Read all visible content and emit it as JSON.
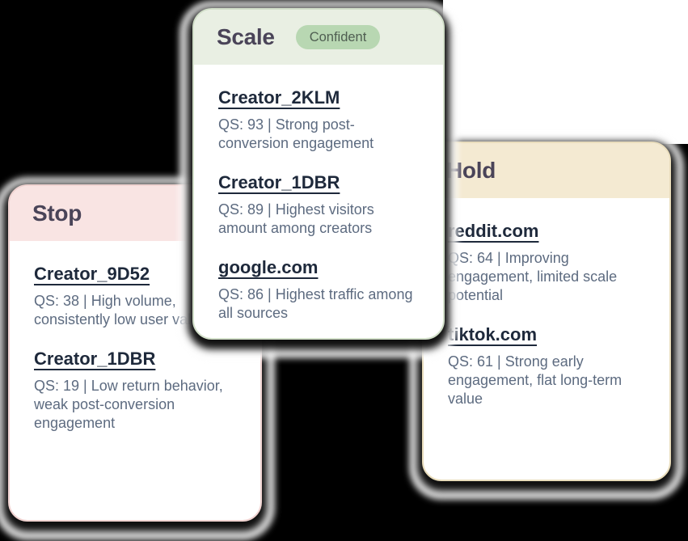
{
  "background": {
    "canvas_color": "#000000",
    "panel_color": "#ffffff"
  },
  "palette": {
    "title_color": "#4a4458",
    "name_color": "#1e293b",
    "desc_color": "#5d6b80"
  },
  "cards": [
    {
      "id": "stop",
      "title": "Stop",
      "badge": null,
      "theme": {
        "header_bg": "#f9e4e3",
        "border": "#f0d3d1"
      },
      "items": [
        {
          "name": "Creator_9D52",
          "desc": "QS: 38 | High volume, consistently low user value"
        },
        {
          "name": "Creator_1DBR",
          "desc": "QS: 19 | Low return behavior, weak post-conversion engagement"
        }
      ]
    },
    {
      "id": "scale",
      "title": "Scale",
      "badge": "Confident",
      "theme": {
        "header_bg": "#e9efe3",
        "border": "#d3e0ca",
        "badge_bg": "#b8d7b2",
        "badge_text": "#4f5e51"
      },
      "items": [
        {
          "name": "Creator_2KLM",
          "desc": "QS: 93 | Strong post-conversion engagement"
        },
        {
          "name": "Creator_1DBR",
          "desc": "QS: 89 | Highest visitors amount among creators"
        },
        {
          "name": "google.com",
          "desc": "QS: 86 | Highest traffic among all sources"
        }
      ]
    },
    {
      "id": "hold",
      "title": "Hold",
      "badge": null,
      "theme": {
        "header_bg": "#f4ead2",
        "border": "#e9ddbc"
      },
      "items": [
        {
          "name": "reddit.com",
          "desc": "QS: 64 | Improving engagement, limited scale potential"
        },
        {
          "name": "tiktok.com",
          "desc": "QS: 61 | Strong early engagement, flat long-term value"
        }
      ]
    }
  ]
}
